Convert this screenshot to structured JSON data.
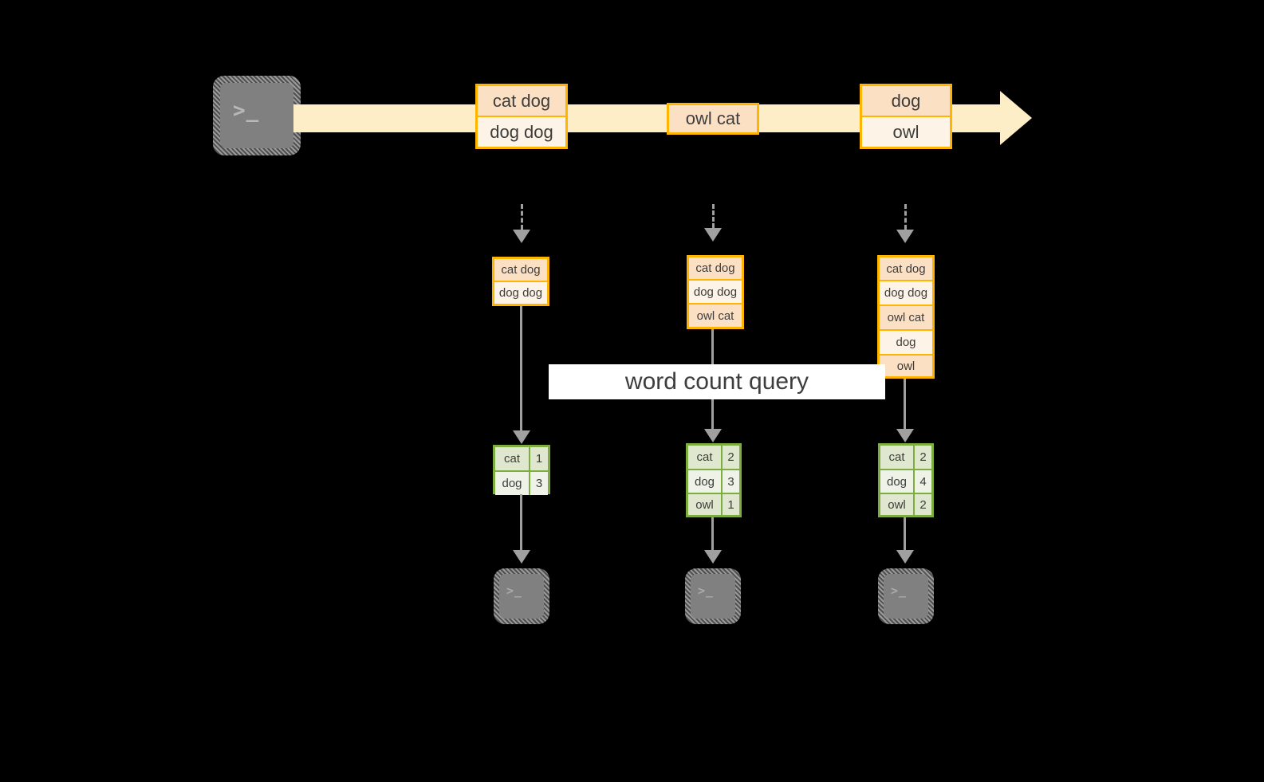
{
  "diagram": {
    "title": "word count query",
    "colors": {
      "background": "#000000",
      "stream_fill": "#fdeec8",
      "batch_border": "#ffb400",
      "batch_fill_dark": "#fbe0c4",
      "batch_fill_light": "#fdf3e6",
      "result_border": "#7dad3f",
      "result_fill_dark": "#dfe8cf",
      "result_fill_light": "#eef2e7",
      "connector": "#a0a0a0",
      "terminal_fill": "#808080",
      "banner_fill": "#ffffff"
    },
    "source": {
      "icon": "terminal-icon",
      "glyph": ">_"
    },
    "stream": {
      "arrow_icon": "stream-arrow-right-icon",
      "batches": [
        {
          "lines": [
            "cat dog",
            "dog dog"
          ]
        },
        {
          "lines": [
            "owl cat"
          ]
        },
        {
          "lines": [
            "dog",
            "owl"
          ]
        }
      ]
    },
    "query_label": "word count query",
    "columns": [
      {
        "state": {
          "lines": [
            "cat dog",
            "dog dog"
          ]
        },
        "result": {
          "rows": [
            {
              "word": "cat",
              "count": "1"
            },
            {
              "word": "dog",
              "count": "3"
            }
          ]
        },
        "sink": {
          "icon": "terminal-icon",
          "glyph": ">_"
        }
      },
      {
        "state": {
          "lines": [
            "cat dog",
            "dog dog",
            "owl cat"
          ]
        },
        "result": {
          "rows": [
            {
              "word": "cat",
              "count": "2"
            },
            {
              "word": "dog",
              "count": "3"
            },
            {
              "word": "owl",
              "count": "1"
            }
          ]
        },
        "sink": {
          "icon": "terminal-icon",
          "glyph": ">_"
        }
      },
      {
        "state": {
          "lines": [
            "cat dog",
            "dog dog",
            "owl cat",
            "dog",
            "owl"
          ]
        },
        "result": {
          "rows": [
            {
              "word": "cat",
              "count": "2"
            },
            {
              "word": "dog",
              "count": "4"
            },
            {
              "word": "owl",
              "count": "2"
            }
          ]
        },
        "sink": {
          "icon": "terminal-icon",
          "glyph": ">_"
        }
      }
    ]
  }
}
